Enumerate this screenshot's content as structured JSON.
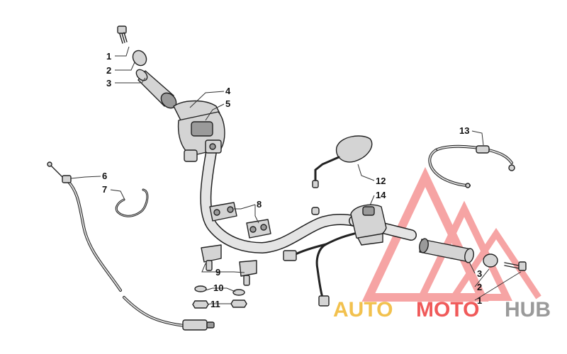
{
  "labels": {
    "l1a": "1",
    "l2a": "2",
    "l3a": "3",
    "l4": "4",
    "l5": "5",
    "l6": "6",
    "l7": "7",
    "l8": "8",
    "l9": "9",
    "l10": "10",
    "l11": "11",
    "l12": "12",
    "l13": "13",
    "l14": "14",
    "l3b": "3",
    "l2b": "2",
    "l1b": "1"
  },
  "watermark": {
    "part1": "AUTO",
    "part2": "MOTO",
    "part3": "HUB",
    "color_auto": "#f2c14e",
    "color_moto": "#f05a5a",
    "color_hub": "#9a9a9a",
    "triangle_color": "#f05a5a"
  }
}
